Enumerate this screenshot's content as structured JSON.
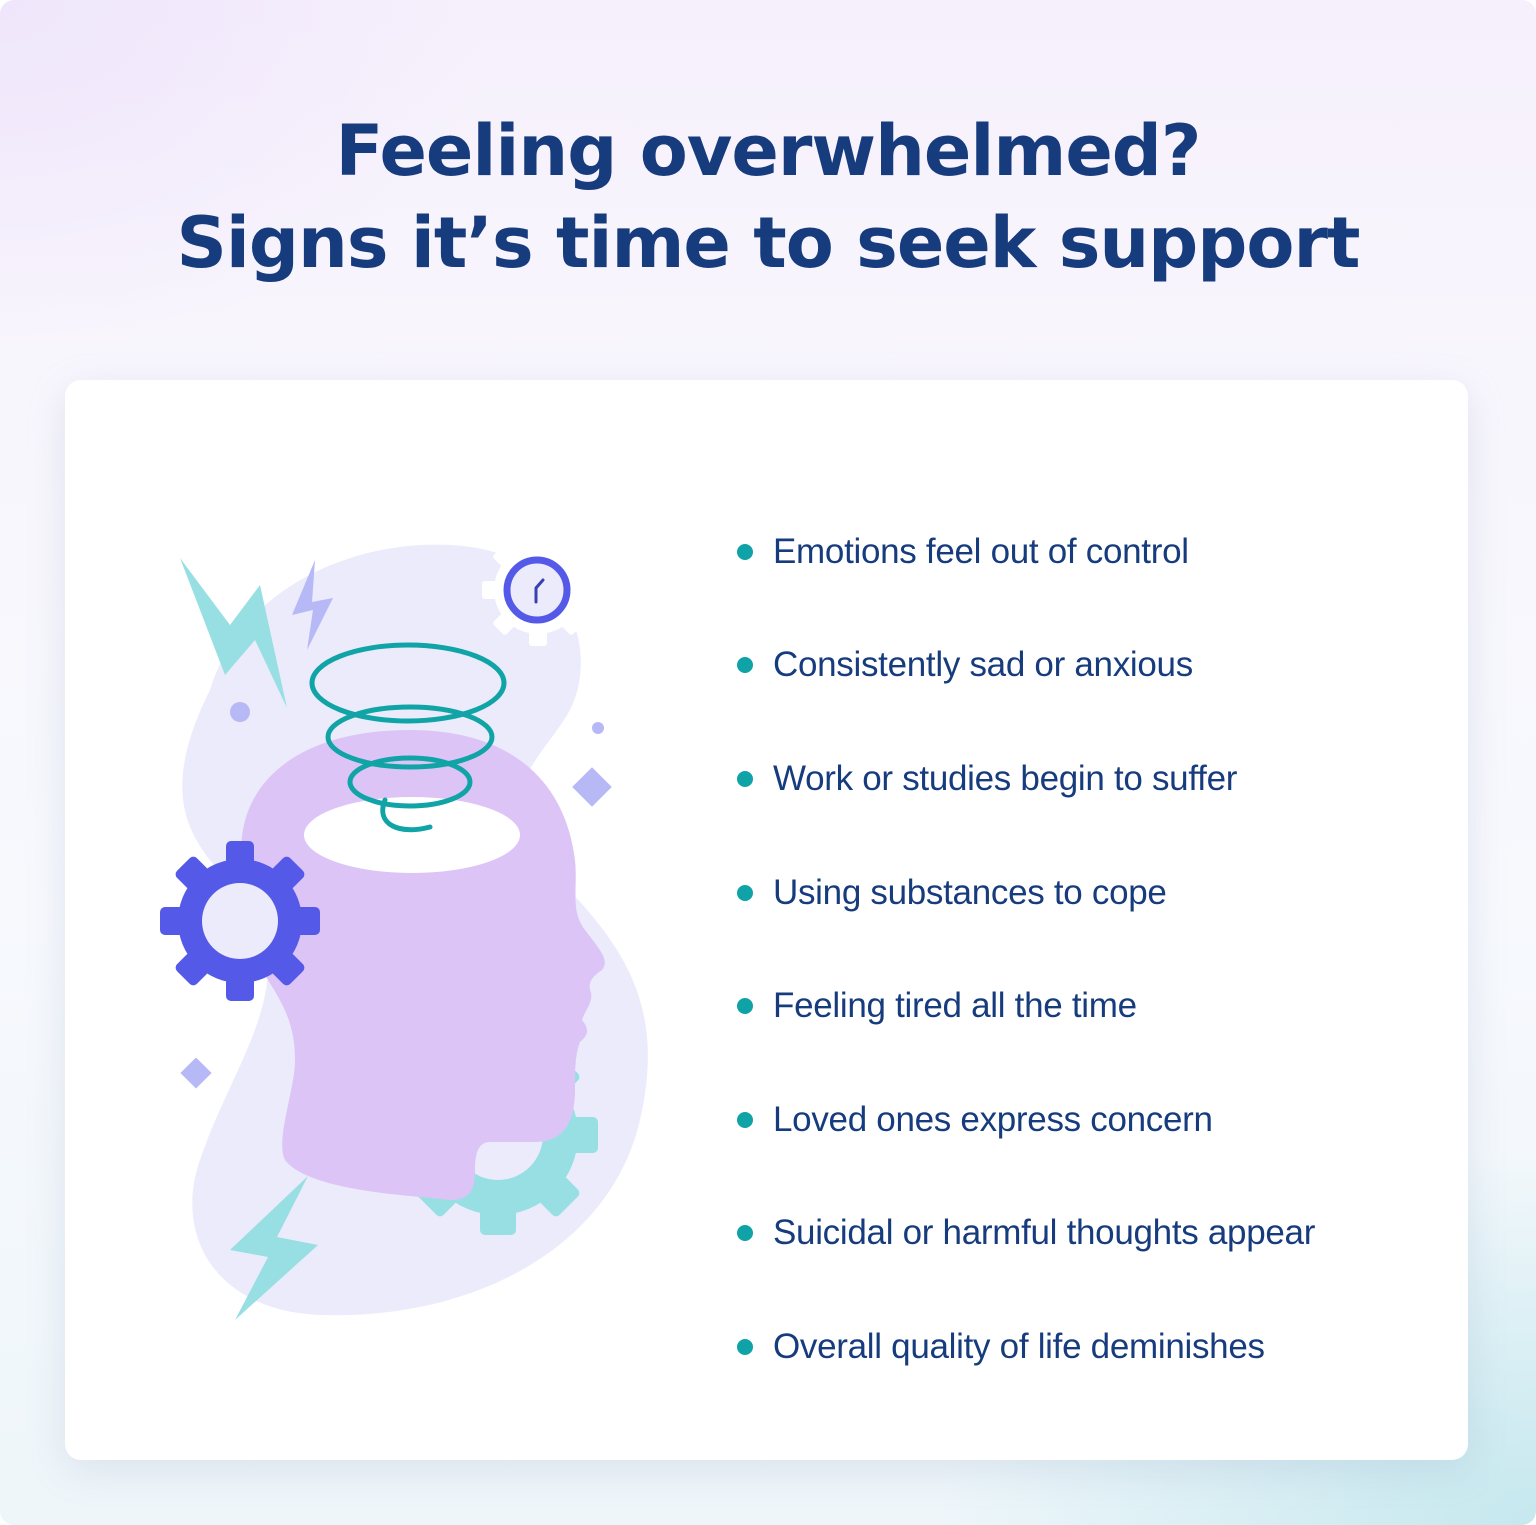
{
  "header": {
    "title_line1": "Feeling overwhelmed?",
    "title_line2": "Signs it’s time to seek support"
  },
  "signs": {
    "items": [
      {
        "label": "Emotions feel out of control"
      },
      {
        "label": "Consistently sad or anxious"
      },
      {
        "label": "Work or studies begin to suffer"
      },
      {
        "label": "Using substances to cope"
      },
      {
        "label": "Feeling tired all the time"
      },
      {
        "label": "Loved ones express concern"
      },
      {
        "label": "Suicidal or harmful thoughts appear"
      },
      {
        "label": "Overall quality of life deminishes"
      }
    ]
  },
  "illustration": {
    "icons": [
      "head-silhouette-icon",
      "spiral-tornado-icon",
      "gear-icon",
      "clock-icon",
      "lightning-bolt-icon",
      "diamond-icon",
      "dot-icon"
    ]
  },
  "colors": {
    "title": "#173c7e",
    "text": "#173c7e",
    "bullet": "#0fa3a8",
    "head": "#dcc4f7",
    "blob": "#ebebfb",
    "gear_blue": "#5559e8",
    "gear_teal": "#98dfe3",
    "spiral": "#11a4a6"
  }
}
